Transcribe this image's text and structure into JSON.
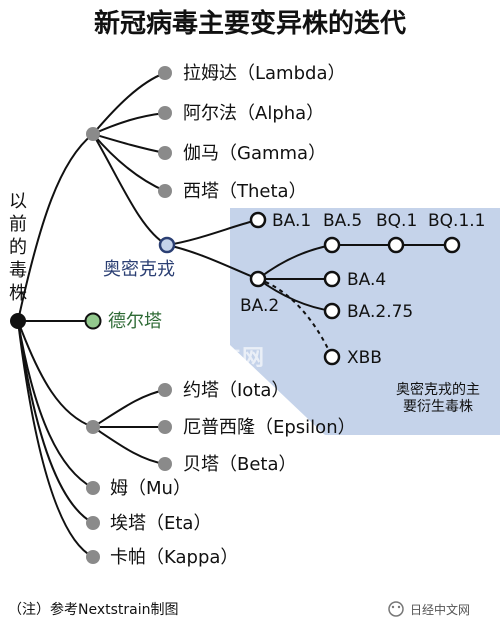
{
  "title": "新冠病毒主要变异株的迭代",
  "root_label": [
    "以",
    "前",
    "的",
    "毒",
    "株"
  ],
  "variants": {
    "lambda": "拉姆达（Lambda）",
    "alpha": "阿尔法（Alpha）",
    "gamma": "伽马（Gamma）",
    "theta": "西塔（Theta）",
    "omicron": "奥密克戎",
    "delta": "德尔塔",
    "iota": "约塔（Iota）",
    "epsilon": "厄普西隆（Epsilon）",
    "beta": "贝塔（Beta）",
    "mu": "姆（Mu）",
    "eta": "埃塔（Eta）",
    "kappa": "卡帕（Kappa）"
  },
  "sublineages": {
    "ba1": "BA.1",
    "ba2": "BA.2",
    "ba5": "BA.5",
    "bq1": "BQ.1",
    "bq11": "BQ.1.1",
    "ba4": "BA.4",
    "ba275": "BA.2.75",
    "xbb": "XBB"
  },
  "panel_caption": [
    "奥密克戎的主",
    "要衍生毒株"
  ],
  "watermark": "日经中文网",
  "footnote": "（注）参考Nextstrain制图",
  "brand": "日经中文网",
  "colors": {
    "panel": "#c5d3ea",
    "line": "#111111",
    "node_gray": "#8a8a8a",
    "omicron_blue": "#2b3f73",
    "delta_green": "#2f6b36",
    "delta_fill": "#93c98e"
  }
}
